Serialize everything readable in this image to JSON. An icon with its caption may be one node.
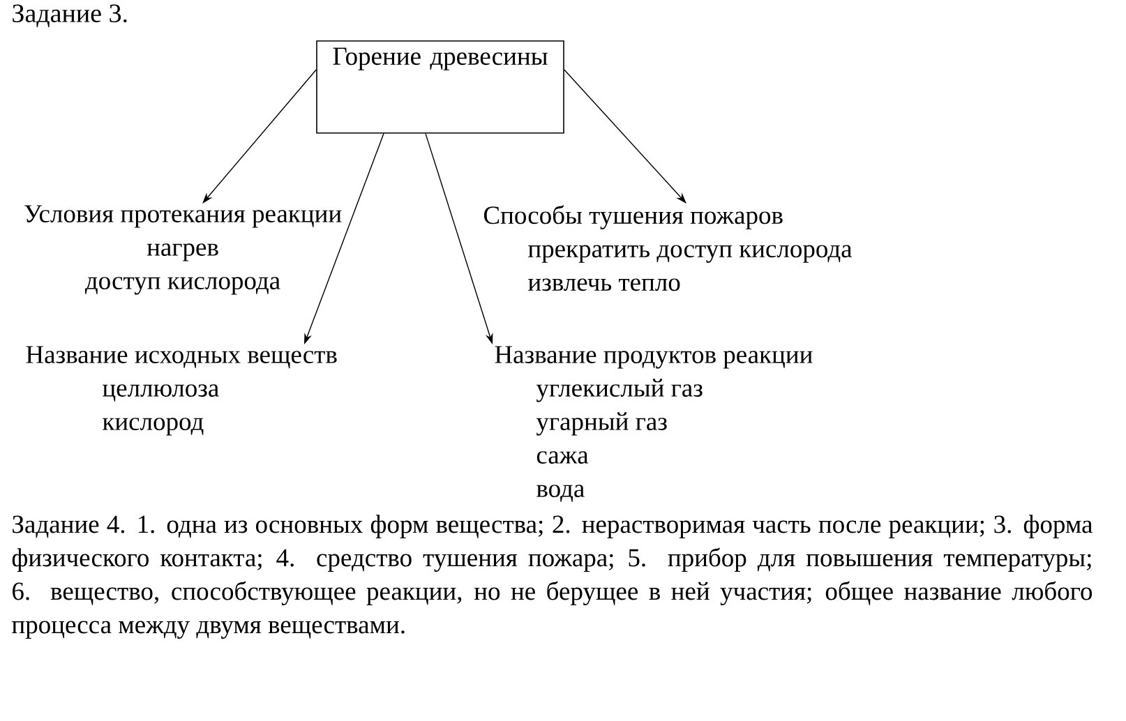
{
  "diagram": {
    "title": "Задание 3.",
    "nodes": [
      {
        "text": [
          "Горение древесины"
        ]
      },
      {
        "text": [
          "Условия протекания реакции",
          "нагрев",
          "доступ кислорода"
        ]
      },
      {
        "text": [
          "Способы тушения пожаров",
          "прекратить доступ кислорода",
          "извлечь тепло"
        ]
      },
      {
        "text": [
          "Название исходных веществ",
          "целлюлоза",
          "кислород"
        ]
      },
      {
        "text": [
          "Название продуктов реакции",
          "углекислый газ",
          "угарный газ",
          "сажа",
          "вода"
        ]
      }
    ],
    "edges": [
      {
        "from": 0,
        "to": 1,
        "arrow": "to"
      },
      {
        "from": 0,
        "to": 2,
        "arrow": "to"
      },
      {
        "from": 0,
        "to": 3,
        "arrow": "to"
      },
      {
        "from": 0,
        "to": 4,
        "arrow": "to"
      }
    ],
    "labels": [
      "Задание 4. 1. одна из основных форм вещества; 2. нерастворимая часть после реакции; 3. форма физического контакта; 4. средство тушения пожара; 5. прибор для повышения температуры; 6. вещество, способствующее реакции, но не берущее в ней участия; общее название любого процесса между двумя веществами."
    ]
  }
}
